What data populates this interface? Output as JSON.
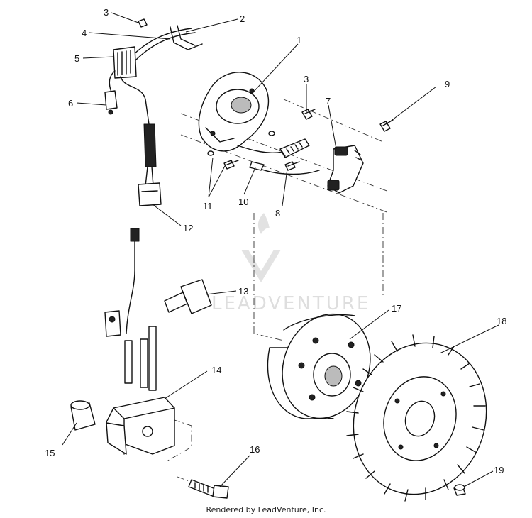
{
  "diagram": {
    "callouts": [
      "1",
      "2",
      "3",
      "3",
      "4",
      "5",
      "6",
      "7",
      "8",
      "9",
      "10",
      "11",
      "12",
      "13",
      "14",
      "15",
      "16",
      "17",
      "18",
      "19"
    ],
    "watermark": "LEADVENTURE",
    "footer": "Rendered by LeadVenture, Inc."
  }
}
